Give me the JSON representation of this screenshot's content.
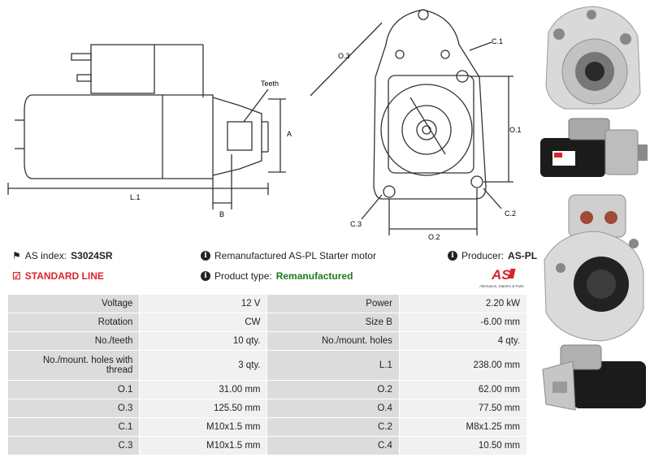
{
  "drawing": {
    "labels": {
      "teeth": "Teeth",
      "a": "A",
      "b": "B",
      "l1": "L.1",
      "o3": "O.3",
      "o1": "O.1",
      "o2": "O.2",
      "c1": "C.1",
      "c2": "C.2",
      "c3": "C.3"
    }
  },
  "info": {
    "as_index_label": "AS index:",
    "as_index_value": "S3024SR",
    "standard_line": "STANDARD LINE",
    "description": "Remanufactured AS-PL Starter motor",
    "product_type_label": "Product type:",
    "product_type_value": "Remanufactured",
    "producer_label": "Producer:",
    "producer_value": "AS-PL"
  },
  "logo": {
    "mark": "AS",
    "tagline": "Alternators, Starters & Parts"
  },
  "colors": {
    "brand_red": "#d8242a",
    "green": "#1e7a1e",
    "label_bg": "#dcdcdc",
    "value_bg": "#f1f1f1"
  },
  "specs": [
    {
      "l1": "Voltage",
      "v1": "12 V",
      "l2": "Power",
      "v2": "2.20 kW"
    },
    {
      "l1": "Rotation",
      "v1": "CW",
      "l2": "Size B",
      "v2": "-6.00 mm"
    },
    {
      "l1": "No./teeth",
      "v1": "10 qty.",
      "l2": "No./mount. holes",
      "v2": "4 qty."
    },
    {
      "l1": "No./mount. holes with thread",
      "v1": "3 qty.",
      "l2": "L.1",
      "v2": "238.00 mm"
    },
    {
      "l1": "O.1",
      "v1": "31.00 mm",
      "l2": "O.2",
      "v2": "62.00 mm"
    },
    {
      "l1": "O.3",
      "v1": "125.50 mm",
      "l2": "O.4",
      "v2": "77.50 mm"
    },
    {
      "l1": "C.1",
      "v1": "M10x1.5 mm",
      "l2": "C.2",
      "v2": "M8x1.25 mm"
    },
    {
      "l1": "C.3",
      "v1": "M10x1.5 mm",
      "l2": "C.4",
      "v2": "10.50 mm"
    }
  ]
}
